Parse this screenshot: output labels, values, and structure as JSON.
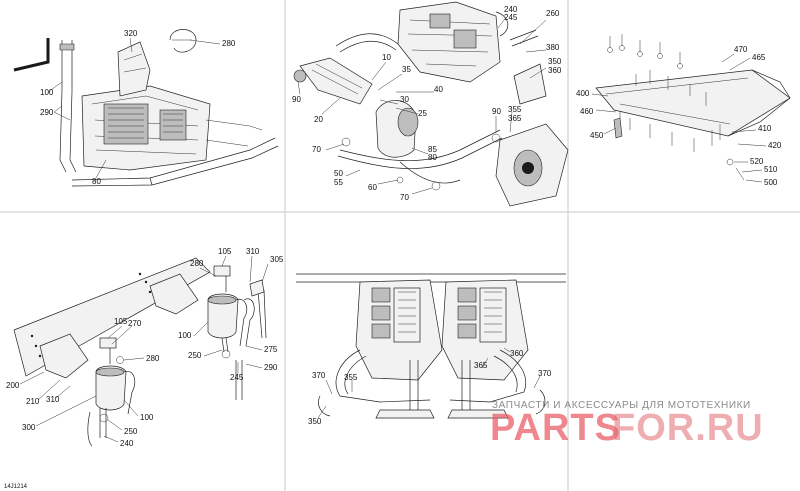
{
  "reference_code": "14J1214",
  "watermark": {
    "caption": "ЗАПЧАСТИ И АКСЕССУАРЫ ДЛЯ МОТОТЕХНИКИ",
    "logo_left": "PARTS",
    "logo_right": "FOR.RU"
  },
  "callouts": {
    "p1": [
      "320",
      "280",
      "100",
      "290",
      "80"
    ],
    "p2": [
      "240",
      "245",
      "260",
      "380",
      "350",
      "360",
      "10",
      "35",
      "40",
      "30",
      "25",
      "90",
      "20",
      "90",
      "355",
      "365",
      "70",
      "85",
      "80",
      "50",
      "55",
      "60",
      "70"
    ],
    "p3": [
      "470",
      "465",
      "400",
      "460",
      "450",
      "410",
      "420",
      "520",
      "510",
      "500"
    ],
    "p4": [
      "105",
      "310",
      "305",
      "280",
      "100",
      "250",
      "275",
      "245",
      "290",
      "105",
      "270",
      "280",
      "200",
      "210",
      "310",
      "300",
      "100",
      "250",
      "240"
    ],
    "p5": [
      "370",
      "355",
      "350",
      "365",
      "360",
      "370"
    ]
  }
}
